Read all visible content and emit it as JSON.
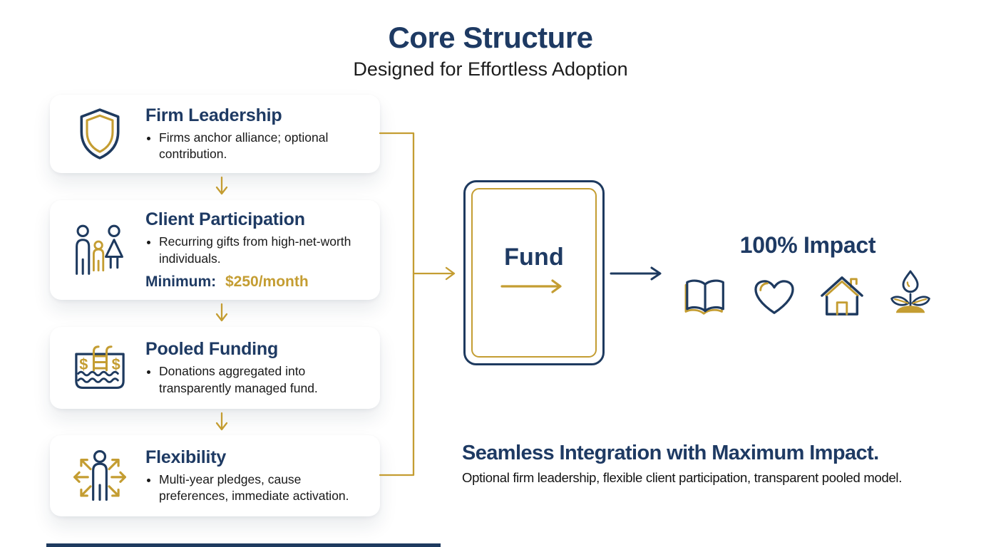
{
  "header": {
    "title": "Core Structure",
    "subtitle": "Designed for Effortless Adoption"
  },
  "cards": [
    {
      "title": "Firm Leadership",
      "bullet": "Firms anchor alliance; optional contribution.",
      "icon": "shield-icon"
    },
    {
      "title": "Client Participation",
      "bullet": "Recurring gifts from high-net-worth individuals.",
      "minimum_label": "Minimum:",
      "minimum_value": "$250/month",
      "icon": "family-icon"
    },
    {
      "title": "Pooled Funding",
      "bullet": "Donations aggregated into transparently managed fund.",
      "icon": "pool-icon"
    },
    {
      "title": "Flexibility",
      "bullet": "Multi-year pledges, cause preferences, immediate activation.",
      "icon": "person-arrows-icon"
    }
  ],
  "fund": {
    "label": "Fund"
  },
  "impact": {
    "title": "100% Impact",
    "icons": [
      "book-icon",
      "heart-icon",
      "house-icon",
      "plant-icon"
    ]
  },
  "footer": {
    "headline": "Seamless Integration with Maximum Impact.",
    "subtext": "Optional firm leadership, flexible client participation, transparent pooled model."
  },
  "colors": {
    "navy": "#1e3a5f",
    "gold": "#c49d32",
    "text": "#181818"
  }
}
